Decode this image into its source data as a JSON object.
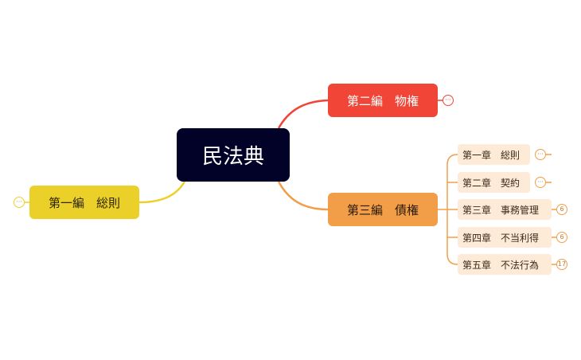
{
  "root": {
    "label": "民法典"
  },
  "branches": {
    "mono": {
      "label": "第二編　物権",
      "badge": "···",
      "color": "#f04537"
    },
    "sai": {
      "label": "第三編　債権",
      "color": "#f29e48"
    },
    "sou": {
      "label": "第一編　総則",
      "badge": "···",
      "color": "#ecd02a"
    }
  },
  "chapters": [
    {
      "label": "第一章　総則",
      "badge": "···"
    },
    {
      "label": "第二章　契約",
      "badge": "···"
    },
    {
      "label": "第三章　事務管理",
      "badge": "6"
    },
    {
      "label": "第四章　不当利得",
      "badge": "6"
    },
    {
      "label": "第五章　不法行為",
      "badge": "17"
    }
  ]
}
